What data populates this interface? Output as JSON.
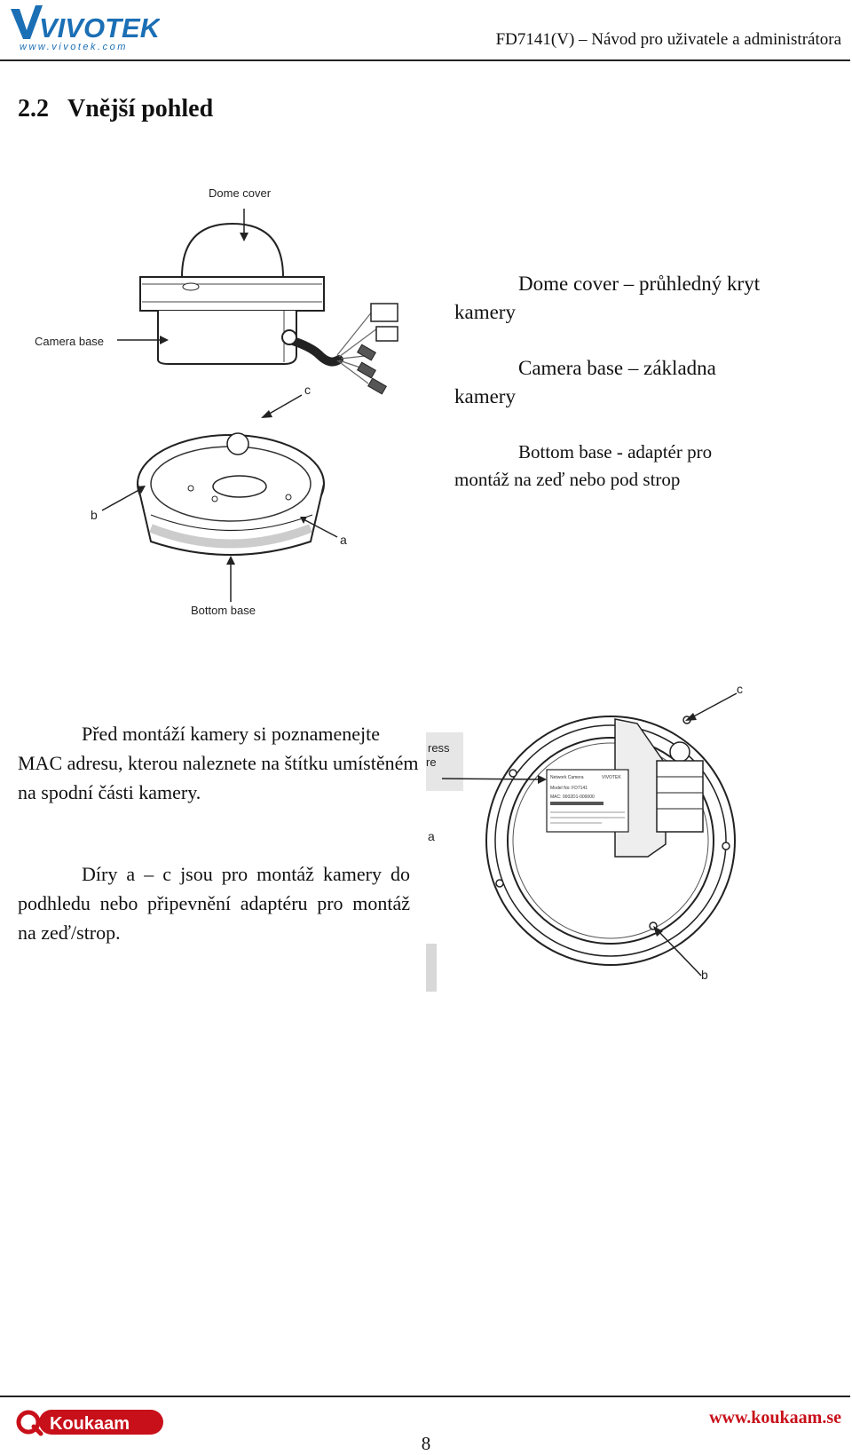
{
  "header": {
    "brand": "VIVOTEK",
    "brand_url": "www.vivotek.com",
    "doc_title": "FD7141(V) – Návod pro uživatele a administrátora"
  },
  "section": {
    "number": "2.2",
    "title": "Vnější pohled"
  },
  "figure_top": {
    "labels": {
      "dome_cover": "Dome cover",
      "camera_base": "Camera base",
      "c": "c",
      "b": "b",
      "a": "a",
      "bottom_base": "Bottom base"
    }
  },
  "descriptions": [
    {
      "first": "Dome cover – průhledný kryt",
      "rest": "kamery"
    },
    {
      "first": "Camera base – základna",
      "rest": "kamery"
    },
    {
      "first": "Bottom base - adaptér pro",
      "rest": "montáž na zeď nebo pod strop"
    }
  ],
  "figure_bottom": {
    "labels": {
      "c": "c",
      "a": "a",
      "b": "b",
      "cut_text_1": "ress",
      "cut_text_2": "re"
    },
    "sticker": {
      "title": "Network Camera",
      "brand": "VIVOTEK",
      "model": "Model No: FD7141",
      "mac": "MAC: 0002D1-000000"
    }
  },
  "paragraphs": {
    "mac_note": "Před montáží kamery si poznamenejte MAC adresu, kterou naleznete na štítku umístěném na spodní části kamery.",
    "holes_note": "Díry a – c jsou pro montáž kamery do podhledu nebo připevnění adaptéru pro montáž na zeď/strop."
  },
  "footer": {
    "brand": "Koukaam",
    "url": "www.koukaam.se",
    "page_number": "8"
  },
  "colors": {
    "vivotek_blue": "#1b6fb5",
    "koukaam_red": "#c8101a",
    "url_red": "#c8101a"
  }
}
